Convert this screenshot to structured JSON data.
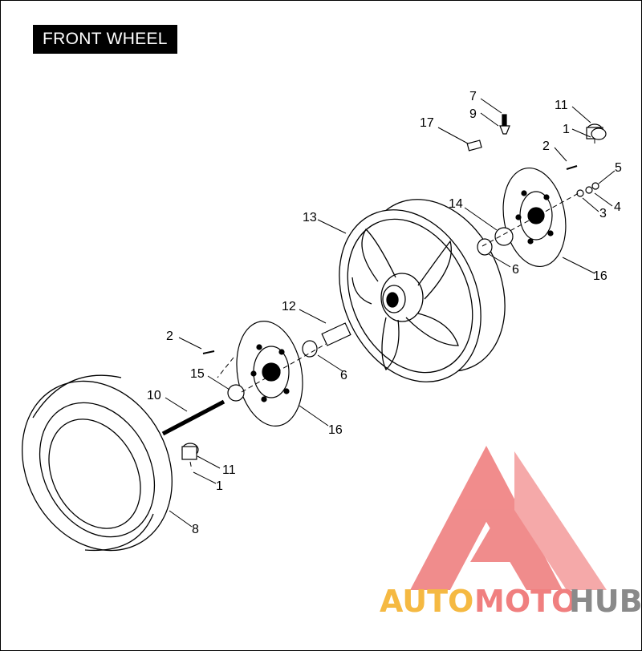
{
  "title": "FRONT WHEEL",
  "callouts": [
    {
      "id": "c7",
      "label": "7"
    },
    {
      "id": "c9",
      "label": "9"
    },
    {
      "id": "c17",
      "label": "17"
    },
    {
      "id": "c11a",
      "label": "11"
    },
    {
      "id": "c1a",
      "label": "1"
    },
    {
      "id": "c2a",
      "label": "2"
    },
    {
      "id": "c5",
      "label": "5"
    },
    {
      "id": "c4",
      "label": "4"
    },
    {
      "id": "c3",
      "label": "3"
    },
    {
      "id": "c14",
      "label": "14"
    },
    {
      "id": "c13",
      "label": "13"
    },
    {
      "id": "c6a",
      "label": "6"
    },
    {
      "id": "c16a",
      "label": "16"
    },
    {
      "id": "c12",
      "label": "12"
    },
    {
      "id": "c2b",
      "label": "2"
    },
    {
      "id": "c6b",
      "label": "6"
    },
    {
      "id": "c15",
      "label": "15"
    },
    {
      "id": "c10",
      "label": "10"
    },
    {
      "id": "c16b",
      "label": "16"
    },
    {
      "id": "c11b",
      "label": "11"
    },
    {
      "id": "c1b",
      "label": "1"
    },
    {
      "id": "c8",
      "label": "8"
    }
  ],
  "watermark": {
    "part1": "AUTO",
    "part2": "MOTO",
    "part3": "HUB",
    "color_auto": "#f5b942",
    "color_moto": "#f07f7f",
    "color_hub": "#8a8a8a",
    "logo_color": "#ef8080"
  }
}
